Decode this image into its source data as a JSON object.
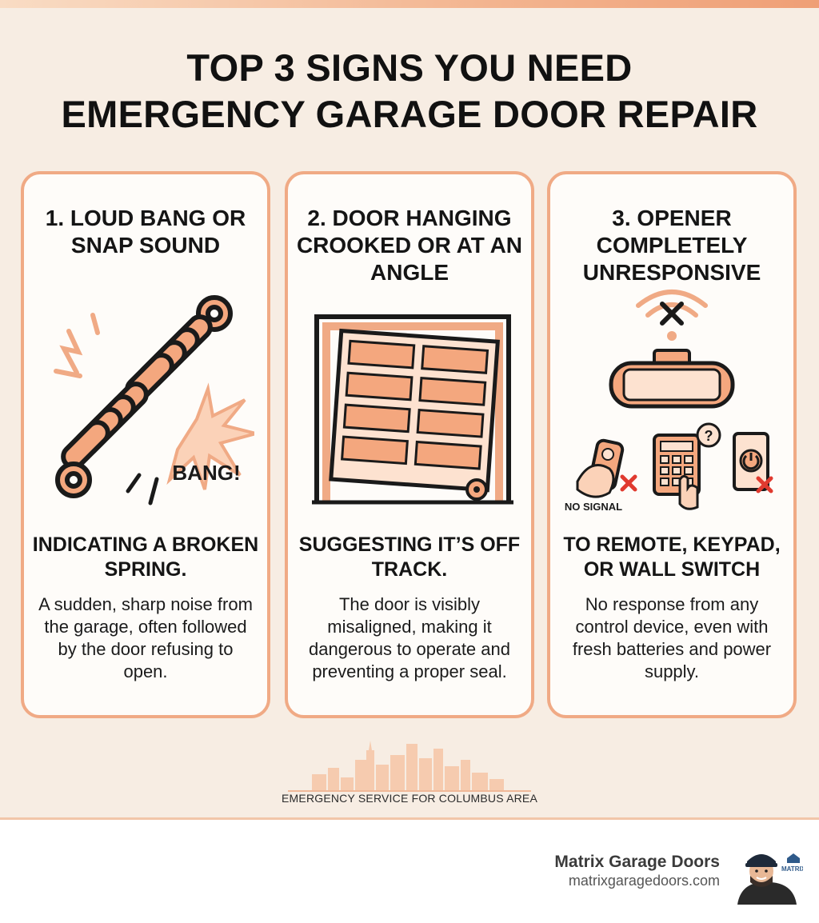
{
  "title": {
    "line1": "TOP 3 SIGNS YOU NEED",
    "line2": "EMERGENCY GARAGE DOOR REPAIR"
  },
  "cards": [
    {
      "heading": "1. LOUD BANG OR SNAP SOUND",
      "illustration_label": "BANG!",
      "subheading": "INDICATING A BROKEN SPRING.",
      "description": "A sudden, sharp noise from the garage, often followed by the door refusing to open."
    },
    {
      "heading": "2. DOOR HANGING CROOKED OR AT AN ANGLE",
      "subheading": "SUGGESTING IT’S OFF TRACK.",
      "description": "The door is visibly misaligned, making it dangerous to operate and preventing a proper seal."
    },
    {
      "heading": "3. OPENER COMPLETELY UNRESPONSIVE",
      "illustration_label": "NO SIGNAL",
      "subheading": "TO REMOTE, KEYPAD, OR WALL SWITCH",
      "description": "No response from any control device, even with fresh batteries and power supply."
    }
  ],
  "footer": {
    "caption": "EMERGENCY SERVICE FOR COLUMBUS AREA",
    "brand_name": "Matrix Garage Doors",
    "brand_url": "matrixgaragedoors.com",
    "logo_text": "MATRIX"
  },
  "colors": {
    "accent": "#f0aa85",
    "fill": "#f4a77e",
    "background": "#f7ede3",
    "outline": "#1a1a1a",
    "error": "#e03a2f"
  }
}
